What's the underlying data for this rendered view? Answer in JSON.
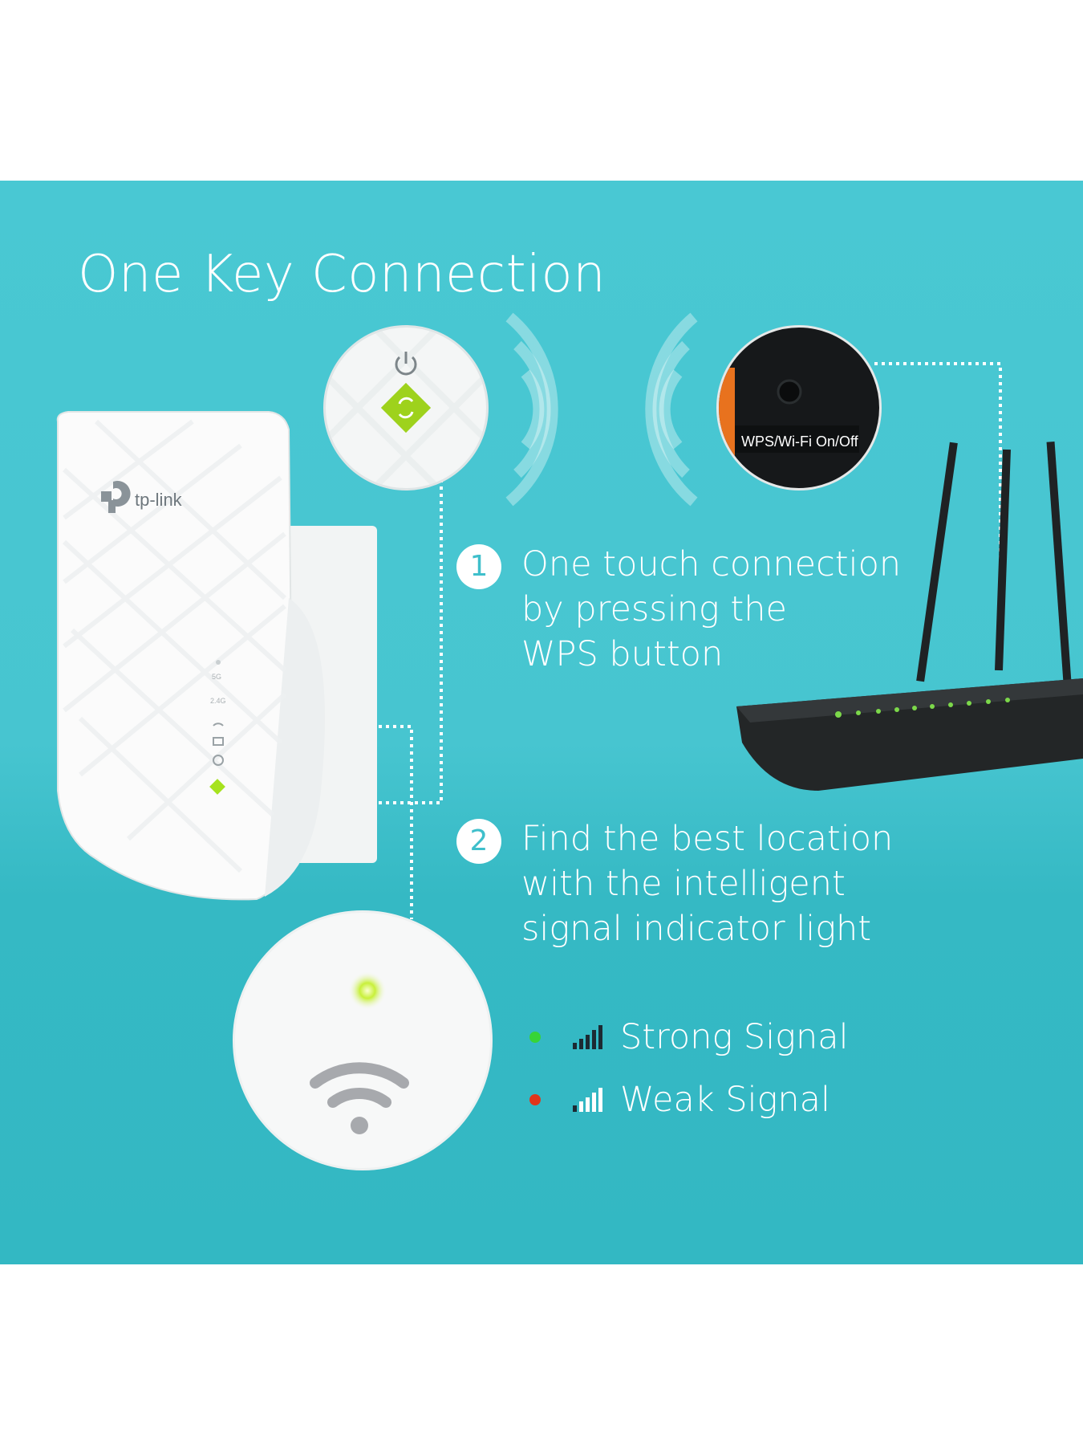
{
  "title": "One Key Connection",
  "steps": [
    {
      "number": "1",
      "line1": "One touch connection",
      "line2": "by pressing the",
      "line3": "WPS button"
    },
    {
      "number": "2",
      "line1": "Find the best location",
      "line2": "with the intelligent",
      "line3": "signal indicator light"
    }
  ],
  "legend": [
    {
      "label": "Strong Signal",
      "dot_color": "#37d438",
      "icon": "signal-bars-full-icon"
    },
    {
      "label": "Weak Signal",
      "dot_color": "#e0361b",
      "icon": "signal-bars-weak-icon"
    }
  ],
  "extender": {
    "brand": "tp-link",
    "led_labels": [
      "5G",
      "2.4G"
    ]
  },
  "router_button_label": "WPS/Wi-Fi On/Off",
  "colors": {
    "background": "#47c5d0",
    "led_green": "#a6e21e",
    "text": "#ffffff"
  }
}
